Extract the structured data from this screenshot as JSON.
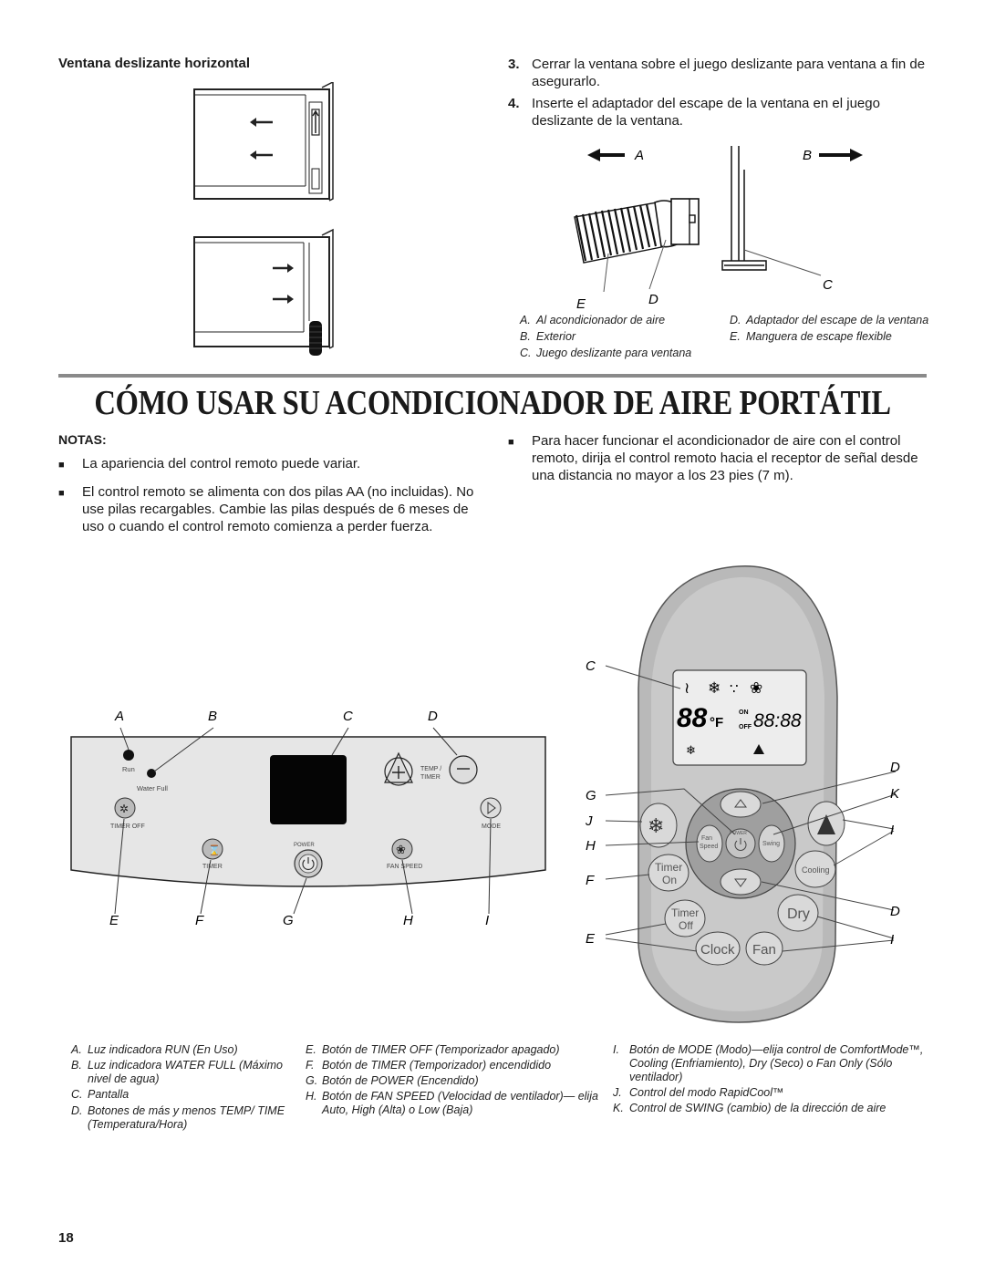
{
  "window_section": {
    "heading": "Ventana deslizante horizontal"
  },
  "steps": [
    {
      "num": "3.",
      "text": "Cerrar la ventana sobre el juego deslizante para ventana a fin de asegurarlo."
    },
    {
      "num": "4.",
      "text": "Inserte el adaptador del escape de la ventana en el juego deslizante de la ventana."
    }
  ],
  "adapter_figure": {
    "labels": {
      "A": "A",
      "B": "B",
      "C": "C",
      "D": "D",
      "E": "E"
    },
    "captions_left": [
      {
        "key": "A.",
        "text": "Al acondicionador de aire"
      },
      {
        "key": "B.",
        "text": "Exterior"
      },
      {
        "key": "C.",
        "text": "Juego deslizante para ventana"
      }
    ],
    "captions_right": [
      {
        "key": "D.",
        "text": "Adaptador del escape de la ventana"
      },
      {
        "key": "E.",
        "text": "Manguera de escape flexible"
      }
    ]
  },
  "main_title": "CÓMO USAR SU ACONDICIONADOR DE AIRE PORTÁTIL",
  "notes": {
    "heading": "NOTAS:",
    "bullets_left": [
      "La apariencia del control remoto puede variar.",
      "El control remoto se alimenta con dos pilas AA (no incluidas). No use pilas recargables. Cambie las pilas después de 6 meses de uso o cuando el control remoto comienza a perder fuerza."
    ],
    "bullets_right": [
      "Para hacer funcionar el acondicionador de aire con el control remoto, dirija el control remoto hacia el receptor de señal desde una distancia no mayor a los 23 pies (7 m)."
    ]
  },
  "control_panel": {
    "top_labels": [
      "A",
      "B",
      "C",
      "D"
    ],
    "bottom_labels": [
      "E",
      "F",
      "G",
      "H",
      "I"
    ],
    "text": {
      "run": "Run",
      "water_full": "Water Full",
      "timer_off": "TIMER OFF",
      "timer": "TIMER",
      "power": "POWER",
      "fan_speed": "FAN SPEED",
      "temp_timer_1": "TEMP /",
      "temp_timer_2": "TIMER",
      "mode": "MODE"
    }
  },
  "remote": {
    "left_labels": [
      "C",
      "G",
      "J",
      "H",
      "F",
      "E"
    ],
    "right_labels": [
      "D",
      "K",
      "I",
      "D",
      "I"
    ],
    "display": {
      "temp": "88",
      "unit": "°F",
      "on": "ON",
      "off": "OFF",
      "clock": "88:88"
    },
    "buttons": {
      "fan_speed_1": "Fan",
      "fan_speed_2": "Speed",
      "power": "POWER",
      "swing": "Swing",
      "timer_on_1": "Timer",
      "timer_on_2": "On",
      "cooling": "Cooling",
      "timer_off_1": "Timer",
      "timer_off_2": "Off",
      "dry": "Dry",
      "clock": "Clock",
      "fan": "Fan"
    }
  },
  "legend": {
    "col1": [
      {
        "key": "A.",
        "text": "Luz indicadora RUN (En Uso)"
      },
      {
        "key": "B.",
        "text": "Luz indicadora WATER FULL (Máximo nivel de agua)"
      },
      {
        "key": "C.",
        "text": "Pantalla"
      },
      {
        "key": "D.",
        "text": "Botones de más y menos TEMP/ TIME (Temperatura/Hora)"
      }
    ],
    "col2": [
      {
        "key": "E.",
        "text": "Botón de TIMER OFF (Temporizador apagado)"
      },
      {
        "key": "F.",
        "text": "Botón de TIMER (Temporizador) encendidido"
      },
      {
        "key": "G.",
        "text": "Botón de POWER (Encendido)"
      },
      {
        "key": "H.",
        "text": "Botón de FAN SPEED (Velocidad de ventilador)— elija Auto, High (Alta) o Low (Baja)"
      }
    ],
    "col3": [
      {
        "key": "I.",
        "text": "Botón de MODE (Modo)—elija control de ComfortMode™, Cooling (Enfriamiento), Dry (Seco) o Fan Only (Sólo ventilador)"
      },
      {
        "key": "J.",
        "text": "Control del modo RapidCool™"
      },
      {
        "key": "K.",
        "text": "Control de SWING (cambio) de la dirección de aire"
      }
    ]
  },
  "page_number": "18"
}
